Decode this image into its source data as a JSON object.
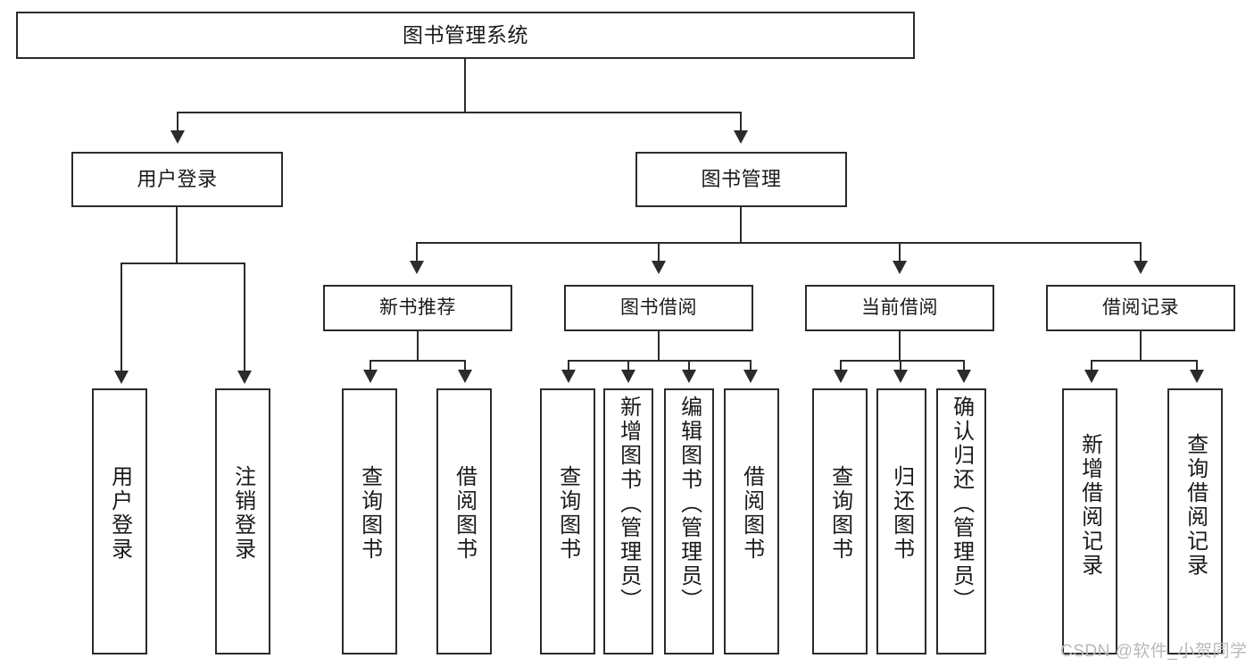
{
  "diagram": {
    "title": "图书管理系统",
    "type": "tree",
    "root": {
      "label": "图书管理系统"
    },
    "level2": [
      {
        "label": "用户登录"
      },
      {
        "label": "图书管理"
      }
    ],
    "level3": [
      {
        "label": "新书推荐"
      },
      {
        "label": "图书借阅"
      },
      {
        "label": "当前借阅"
      },
      {
        "label": "借阅记录"
      }
    ],
    "leaves": {
      "user_login": [
        {
          "label": "用户登录"
        },
        {
          "label": "注销登录"
        }
      ],
      "new_book_recommend": [
        {
          "label": "查询图书"
        },
        {
          "label": "借阅图书"
        }
      ],
      "book_borrow": [
        {
          "label": "查询图书"
        },
        {
          "label": "新增图书（管理员）"
        },
        {
          "label": "编辑图书（管理员）"
        },
        {
          "label": "借阅图书"
        }
      ],
      "current_borrow": [
        {
          "label": "查询图书"
        },
        {
          "label": "归还图书"
        },
        {
          "label": "确认归还（管理员）"
        }
      ],
      "borrow_record": [
        {
          "label": "新增借阅记录"
        },
        {
          "label": "查询借阅记录"
        }
      ]
    }
  },
  "watermark": {
    "text": "CSDN @软件_小贺同学"
  },
  "colors": {
    "box_border": "#2b2b2b",
    "text": "#1a1a1a",
    "background": "#ffffff",
    "watermark": "#b9b9b9"
  }
}
